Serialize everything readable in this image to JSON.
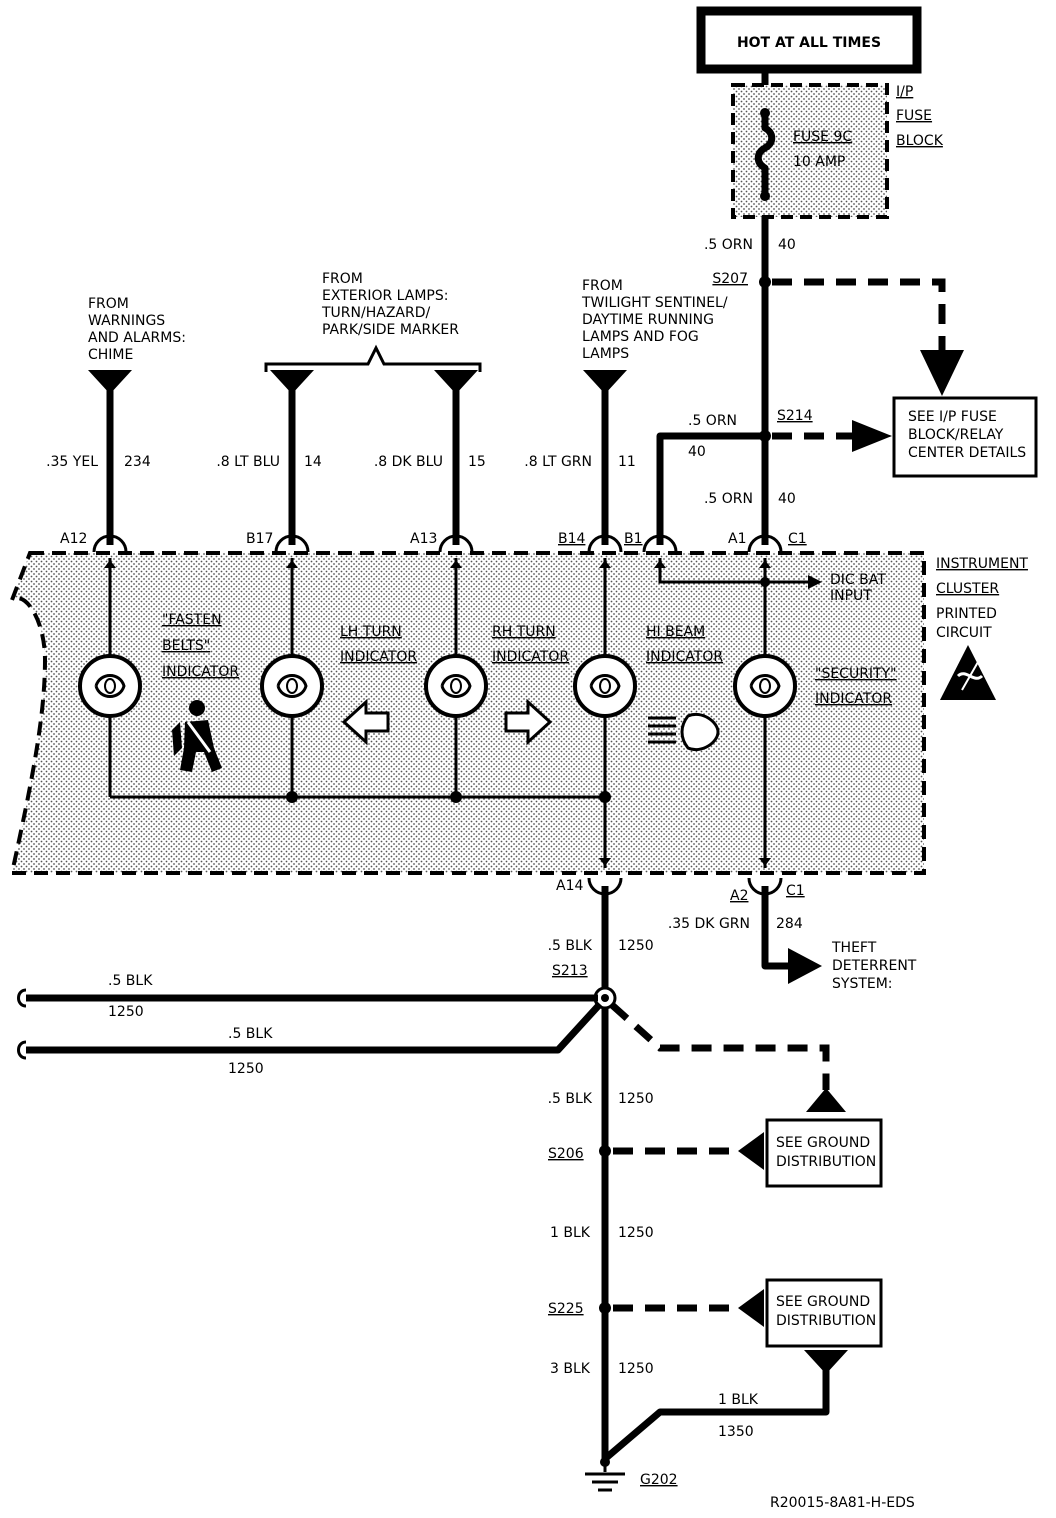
{
  "power_source": "HOT AT ALL TIMES",
  "fuse_block": {
    "label_lines": [
      "I/P",
      "FUSE",
      "BLOCK"
    ],
    "fuse_name": "FUSE 9C",
    "fuse_rating": "10 AMP"
  },
  "splices": {
    "s207": "S207",
    "s214": "S214",
    "s213": "S213",
    "s206": "S206",
    "s225": "S225",
    "g202": "G202"
  },
  "refboxes": {
    "ip_fuse": [
      "SEE I/P FUSE",
      "BLOCK/RELAY",
      "CENTER DETAILS"
    ],
    "ground1": [
      "SEE GROUND",
      "DISTRIBUTION"
    ],
    "ground2": [
      "SEE GROUND",
      "DISTRIBUTION"
    ]
  },
  "sources": {
    "chime": [
      "FROM",
      "WARNINGS",
      "AND ALARMS:",
      "CHIME"
    ],
    "exterior": [
      "FROM",
      "EXTERIOR LAMPS:",
      "TURN/HAZARD/",
      "PARK/SIDE MARKER"
    ],
    "twilight": [
      "FROM",
      "TWILIGHT SENTINEL/",
      "DAYTIME RUNNING",
      "LAMPS AND FOG",
      "LAMPS"
    ]
  },
  "wires": {
    "top_main": {
      "color": ".5 ORN",
      "circuit": "40"
    },
    "s214_branch": {
      "color": ".5 ORN",
      "circuit": "40"
    },
    "a1_feed": {
      "color": ".5 ORN",
      "circuit": "40"
    },
    "yel": {
      "color": ".35 YEL",
      "circuit": "234"
    },
    "lt_blu": {
      "color": ".8 LT BLU",
      "circuit": "14"
    },
    "dk_blu": {
      "color": ".8 DK BLU",
      "circuit": "15"
    },
    "lt_grn": {
      "color": ".8 LT GRN",
      "circuit": "11"
    },
    "dk_grn": {
      "color": ".35 DK GRN",
      "circuit": "284"
    },
    "blk_a14": {
      "color": ".5 BLK",
      "circuit": "1250"
    },
    "blk_left1": {
      "color": ".5 BLK",
      "circuit": "1250"
    },
    "blk_left2": {
      "color": ".5 BLK",
      "circuit": "1250"
    },
    "blk_s206": {
      "color": ".5 BLK",
      "circuit": "1250"
    },
    "blk_s225": {
      "color": "1 BLK",
      "circuit": "1250"
    },
    "blk_g202": {
      "color": "3 BLK",
      "circuit": "1250"
    },
    "blk_1350": {
      "color": "1 BLK",
      "circuit": "1350"
    }
  },
  "pins": {
    "a12": "A12",
    "b17": "B17",
    "a13": "A13",
    "b14": "B14",
    "b1": "B1",
    "a1": "A1",
    "c1_top": "C1",
    "a14": "A14",
    "a2": "A2",
    "c1_bottom": "C1"
  },
  "cluster": {
    "label_lines": [
      "INSTRUMENT",
      "CLUSTER",
      "PRINTED",
      "CIRCUIT"
    ],
    "dic_input": [
      "DIC BAT",
      "INPUT"
    ]
  },
  "indicators": {
    "fasten_belts": [
      "\"FASTEN",
      "BELTS\"",
      "INDICATOR"
    ],
    "lh_turn": [
      "LH TURN",
      "INDICATOR"
    ],
    "rh_turn": [
      "RH TURN",
      "INDICATOR"
    ],
    "hi_beam": [
      "HI BEAM",
      "INDICATOR"
    ],
    "security": [
      "\"SECURITY\"",
      "INDICATOR"
    ]
  },
  "theft": [
    "THEFT",
    "DETERRENT",
    "SYSTEM:"
  ],
  "footer_code": "R20015-8A81-H-EDS"
}
